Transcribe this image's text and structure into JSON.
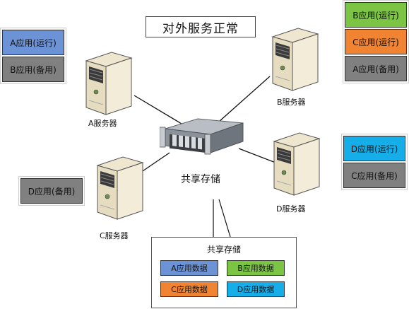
{
  "title": "对外服务正常",
  "colors": {
    "blue": "#6c93d6",
    "green": "#7cc443",
    "orange": "#f08432",
    "cyan": "#15aee8",
    "gray": "#808080"
  },
  "servers": {
    "a": {
      "label": "A服务器",
      "icon": "tower-server-icon"
    },
    "b": {
      "label": "B服务器",
      "icon": "tower-server-icon"
    },
    "c": {
      "label": "C服务器",
      "icon": "tower-server-icon"
    },
    "d": {
      "label": "D服务器",
      "icon": "tower-server-icon"
    }
  },
  "storage": {
    "label": "共享存储",
    "icon": "rack-storage-icon",
    "panel_title": "共享存储",
    "data_items": [
      {
        "label": "A应用数据",
        "color": "blue"
      },
      {
        "label": "B应用数据",
        "color": "green"
      },
      {
        "label": "C应用数据",
        "color": "orange"
      },
      {
        "label": "D应用数据",
        "color": "cyan"
      }
    ]
  },
  "app_groups": {
    "a": [
      {
        "label": "A应用(运行)",
        "color": "blue"
      },
      {
        "label": "B应用(备用)",
        "color": "gray"
      }
    ],
    "b": [
      {
        "label": "B应用(运行)",
        "color": "green"
      },
      {
        "label": "C应用(运行)",
        "color": "orange"
      },
      {
        "label": "A应用(备用)",
        "color": "gray"
      }
    ],
    "c": [
      {
        "label": "D应用(备用)",
        "color": "gray"
      }
    ],
    "d": [
      {
        "label": "D应用(运行)",
        "color": "cyan"
      },
      {
        "label": "C应用(备用)",
        "color": "gray"
      }
    ]
  }
}
